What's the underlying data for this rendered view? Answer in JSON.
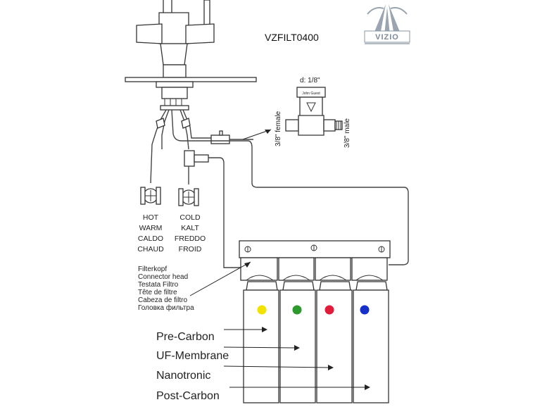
{
  "model": "VZFILT0400",
  "logo": {
    "text": "VIZIO"
  },
  "valve": {
    "diameter": "d: 1/8\"",
    "brand": "John Guest",
    "female_label": "3/8\" female",
    "male_label": "3/8\" male"
  },
  "hot_tap": [
    "HOT",
    "WARM",
    "CALDO",
    "CHAUD"
  ],
  "cold_tap": [
    "COLD",
    "KALT",
    "FREDDO",
    "FROID"
  ],
  "head_labels": [
    "Filterkopf",
    "Connector head",
    "Testata Filtro",
    "Tête de filtre",
    "Cabeza de filtro",
    "Головка фильтра"
  ],
  "stages": [
    {
      "name": "Pre-Carbon",
      "color": "#c9b800"
    },
    {
      "name": "UF-Membrane",
      "color": "#2f7f28"
    },
    {
      "name": "Nanotronic",
      "color": "#c2203f"
    },
    {
      "name": "Post-Carbon",
      "color": "#1f2a98"
    }
  ],
  "cartridge_colors": [
    "#f2e200",
    "#2c9a2c",
    "#e01c3a",
    "#1530c8"
  ]
}
